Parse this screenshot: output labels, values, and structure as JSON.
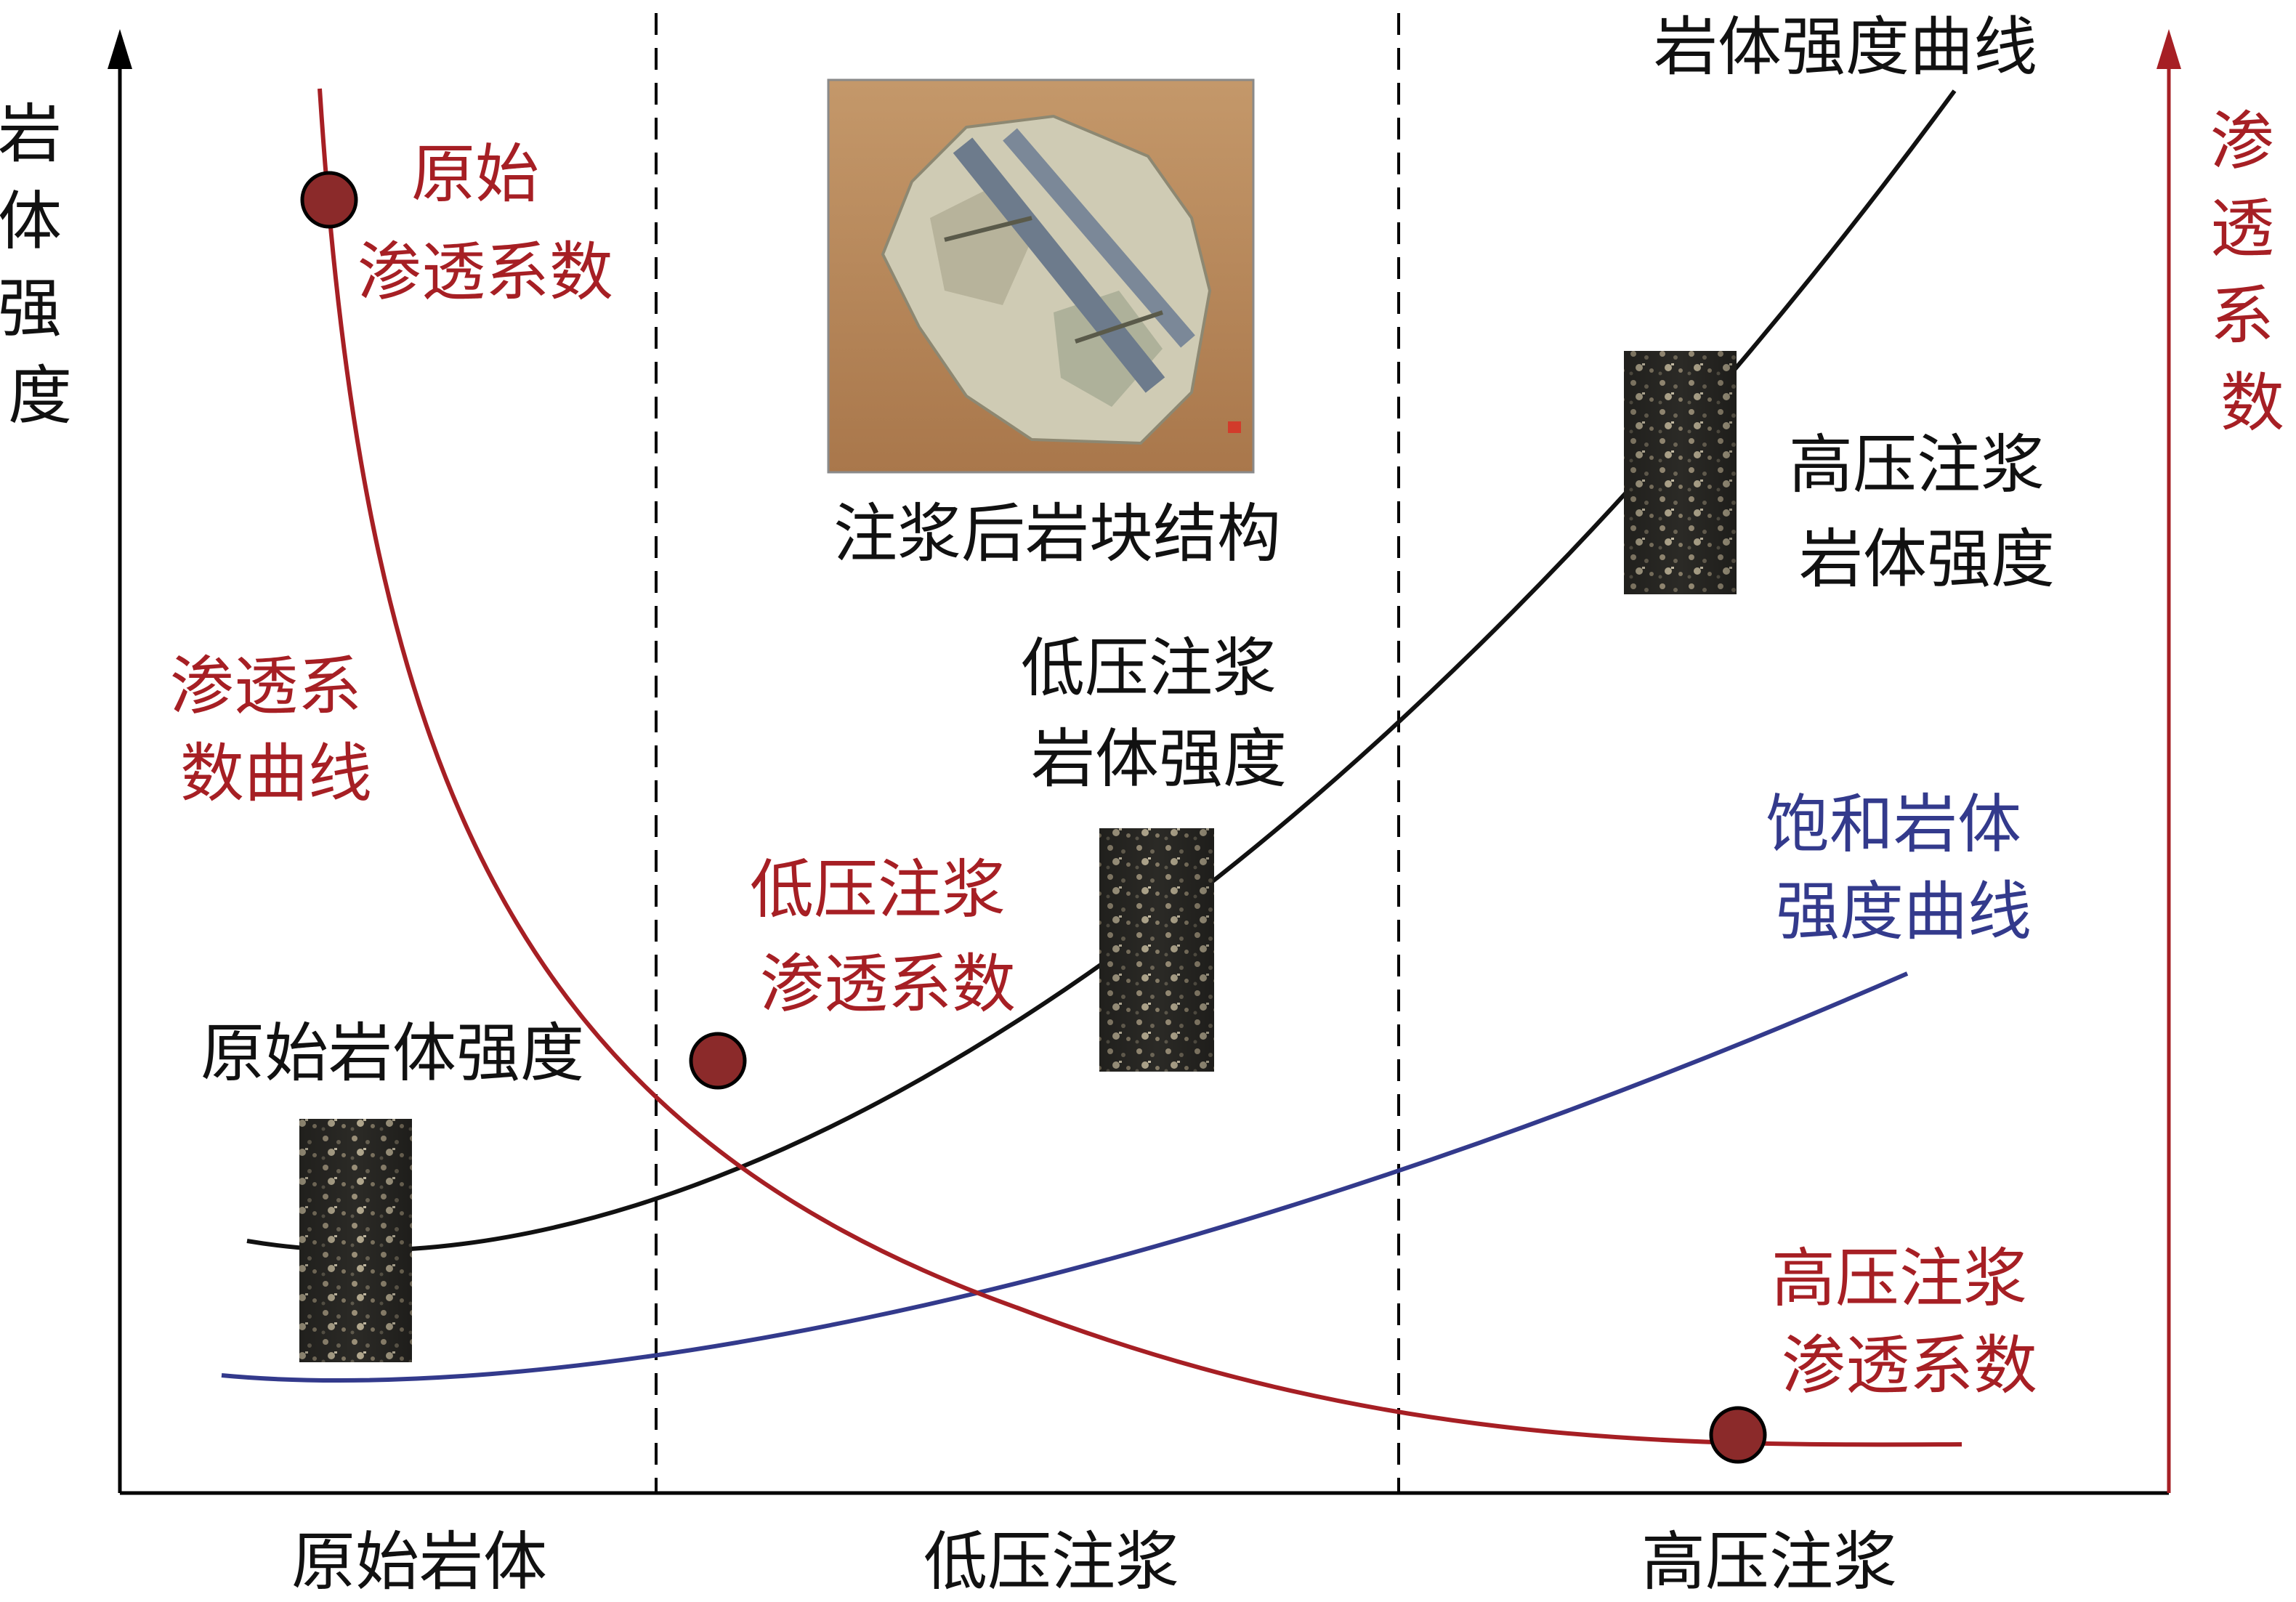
{
  "axes": {
    "left_label": [
      "岩",
      "体",
      "强",
      "度"
    ],
    "right_label": [
      "渗",
      "透",
      "系",
      "数"
    ]
  },
  "stages": [
    "原始岩体",
    "低压注浆",
    "高压注浆"
  ],
  "curves": {
    "rock_strength": "岩体强度曲线",
    "permeability": [
      "渗透系",
      "数曲线"
    ],
    "saturated": [
      "饱和岩体",
      "强度曲线"
    ]
  },
  "labels": {
    "original_permeability": [
      "原始",
      "渗透系数"
    ],
    "original_strength": "原始岩体强度",
    "low_strength": [
      "低压注浆",
      "岩体强度"
    ],
    "low_permeability": [
      "低压注浆",
      "渗透系数"
    ],
    "high_strength": [
      "高压注浆",
      "岩体强度"
    ],
    "high_permeability": [
      "高压注浆",
      "渗透系数"
    ],
    "photo_caption": "注浆后岩块结构"
  },
  "colors": {
    "permeability": "#a61f24",
    "strength": "#111111",
    "saturated": "#333a8c",
    "marker": "#8b2a2a"
  }
}
